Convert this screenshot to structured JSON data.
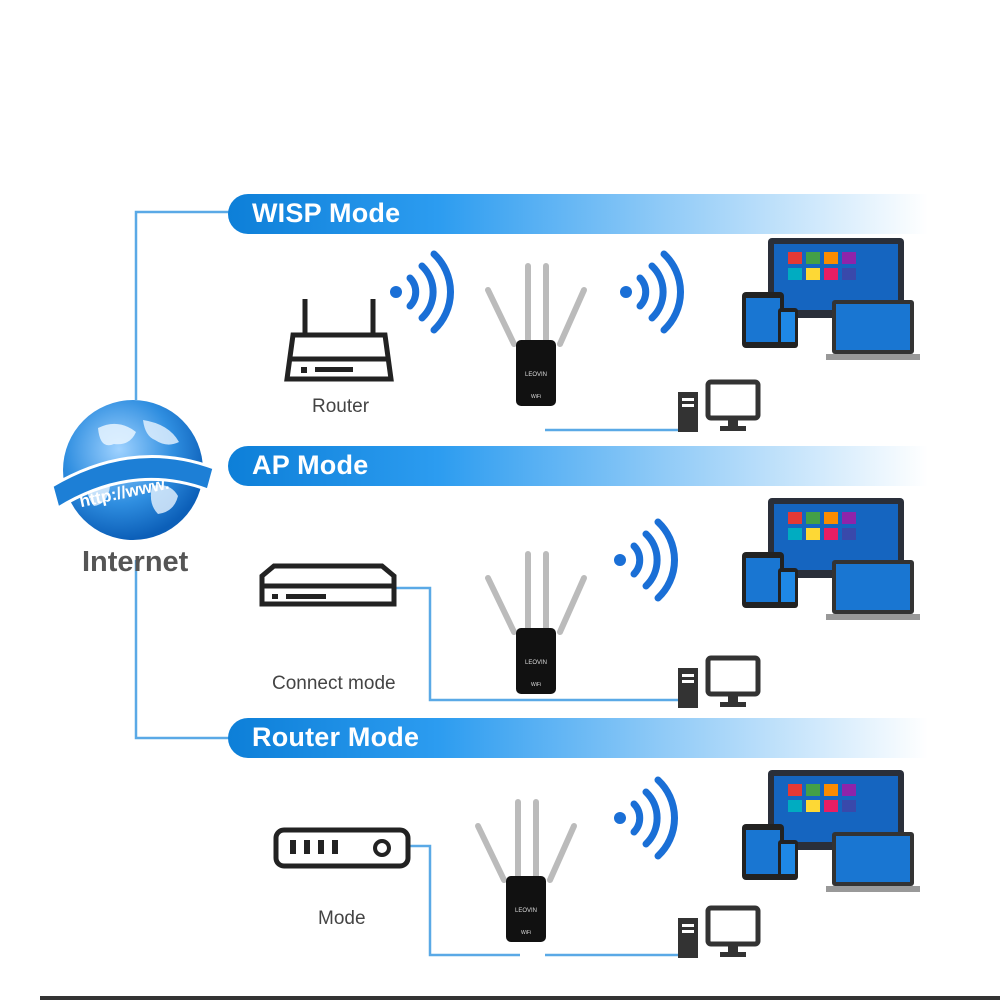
{
  "internet": {
    "label": "Internet",
    "url_text": "http://www."
  },
  "modes": [
    {
      "title": "WISP Mode",
      "source_label": "Router"
    },
    {
      "title": "AP Mode",
      "source_label": "Connect mode"
    },
    {
      "title": "Router Mode",
      "source_label": "Mode"
    }
  ],
  "device": {
    "brand": "LEOVIN",
    "panel_text": "WiFi"
  },
  "colors": {
    "banner_blue": "#0d7fd8",
    "line_blue": "#5aa9e6",
    "signal_blue": "#1a6fd6",
    "device_black": "#111111"
  }
}
